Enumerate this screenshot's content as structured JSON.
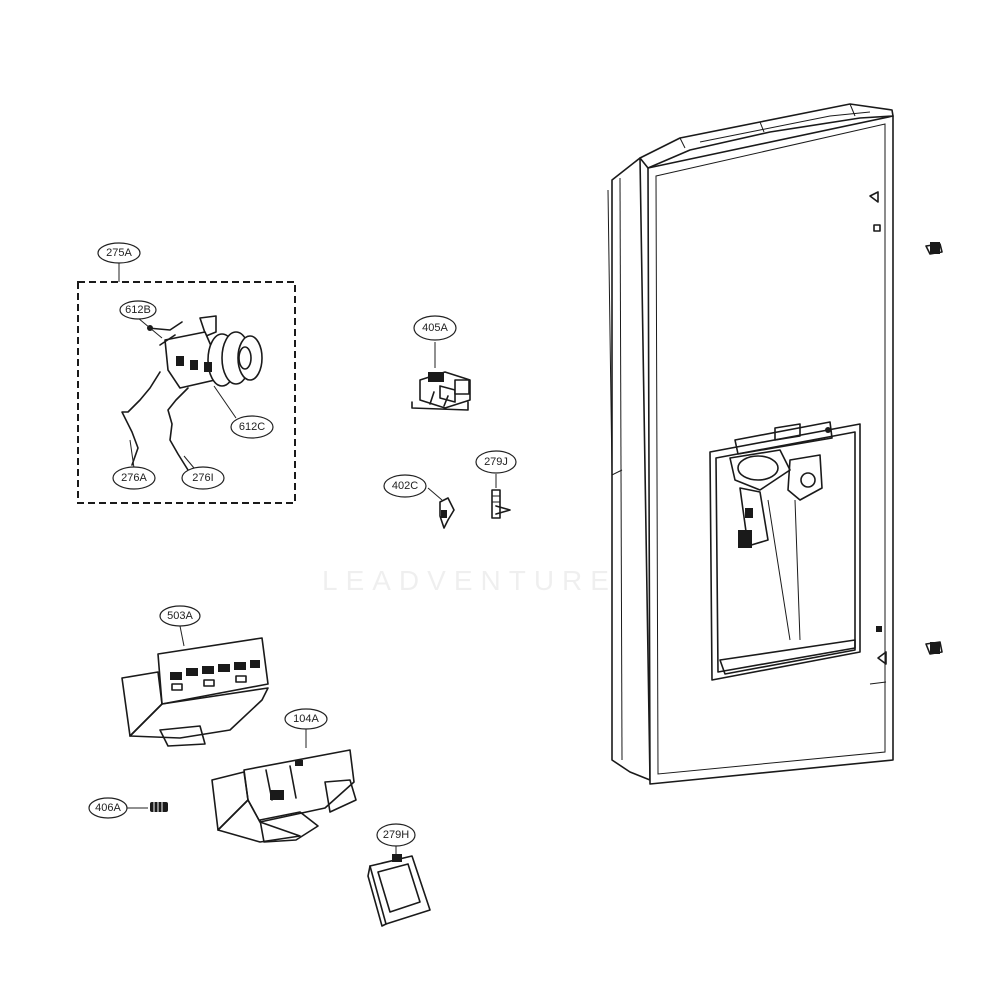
{
  "labels": {
    "l275A": "275A",
    "l612B": "612B",
    "l612C": "612C",
    "l276A": "276A",
    "l276I": "276I",
    "l405A": "405A",
    "l402C": "402C",
    "l279J": "279J",
    "l503A": "503A",
    "l104A": "104A",
    "l406A": "406A",
    "l279H": "279H"
  },
  "watermark": "LEADVENTURE"
}
